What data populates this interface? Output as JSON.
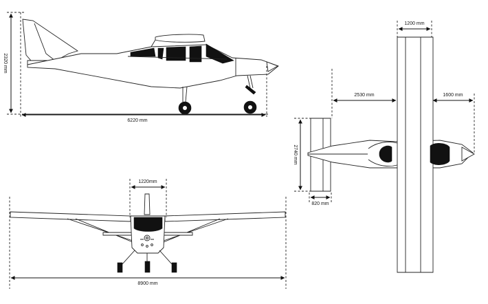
{
  "dimensions": {
    "side_height": "2320 mm",
    "side_length": "6220 mm",
    "top_wing_chord": "1200 mm",
    "top_wing_to_tail": "2530 mm",
    "top_wing_to_nose": "1600 mm",
    "top_tail_span": "2740 mm",
    "top_tail_chord": "820 mm",
    "front_fuselage_width": "1220mm",
    "front_wingspan": "8900 mm"
  },
  "colors": {
    "line": "#222222",
    "fill": "#111111",
    "background": "#ffffff"
  }
}
